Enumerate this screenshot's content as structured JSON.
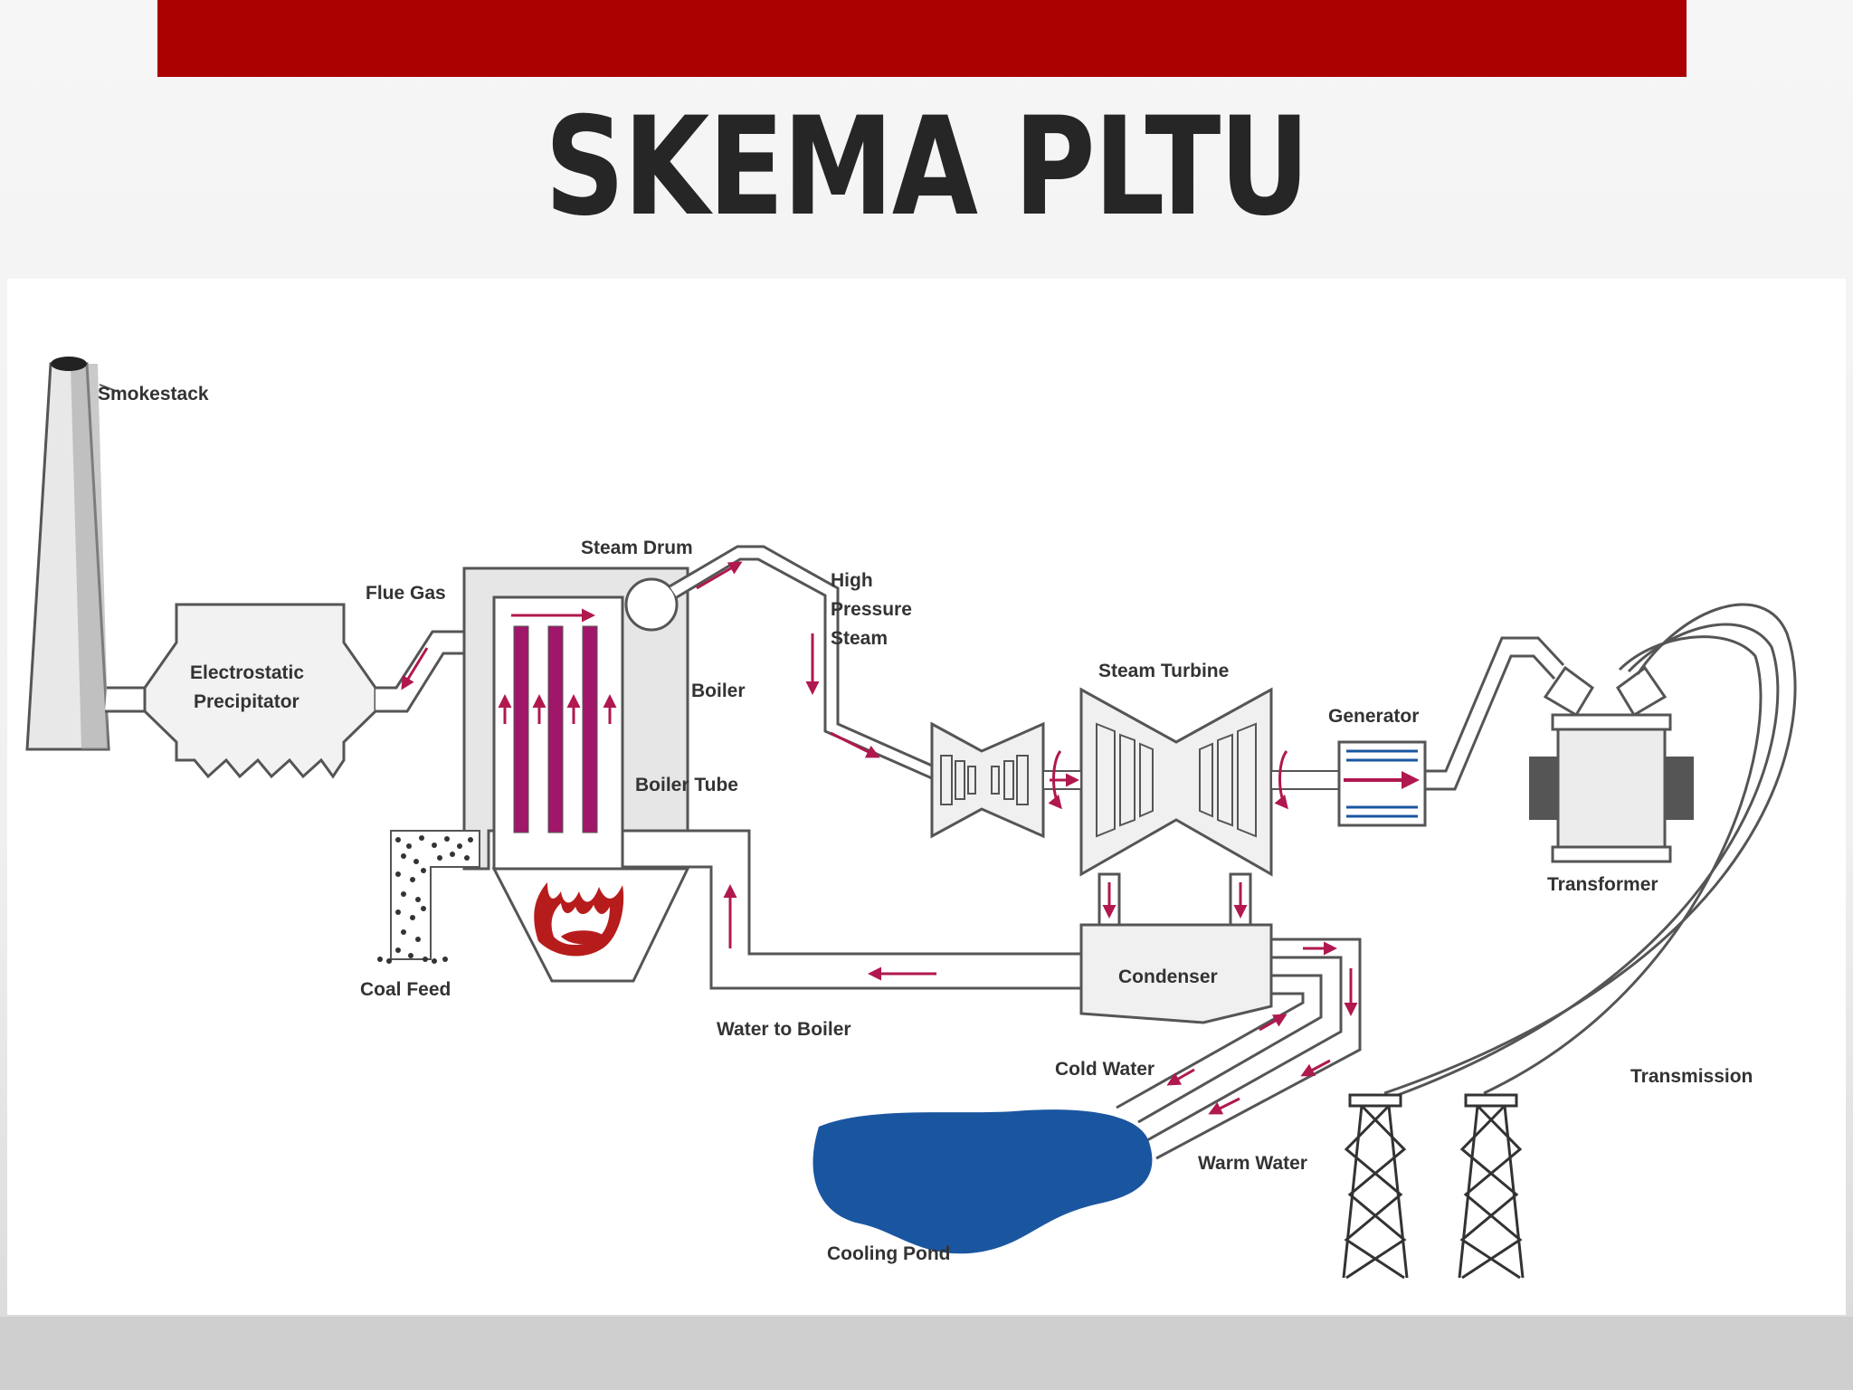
{
  "slide": {
    "title": "SKEMA PLTU",
    "accent_color": "#ab0000",
    "text_color": "#262626"
  },
  "diagram": {
    "colors": {
      "outline": "#555555",
      "tube": "#a0176a",
      "flow_arrow": "#b0184f",
      "fire_outer": "#b71c1c",
      "fire_inner": "#ffffff",
      "pond": "#1a56a0"
    },
    "labels": {
      "smokestack": "Smokestack",
      "electrostatic": "Electrostatic",
      "precipitator": "Precipitator",
      "flue_gas": "Flue Gas",
      "steam_drum": "Steam Drum",
      "high": "High",
      "pressure": "Pressure",
      "steam": "Steam",
      "boiler": "Boiler",
      "boiler_tube": "Boiler Tube",
      "steam_turbine": "Steam Turbine",
      "generator": "Generator",
      "transformer": "Transformer",
      "coal_feed": "Coal Feed",
      "condenser": "Condenser",
      "water_to_boiler": "Water to Boiler",
      "cold_water": "Cold Water",
      "warm_water": "Warm Water",
      "transmission": "Transmission",
      "cooling_pond": "Cooling Pond"
    }
  }
}
